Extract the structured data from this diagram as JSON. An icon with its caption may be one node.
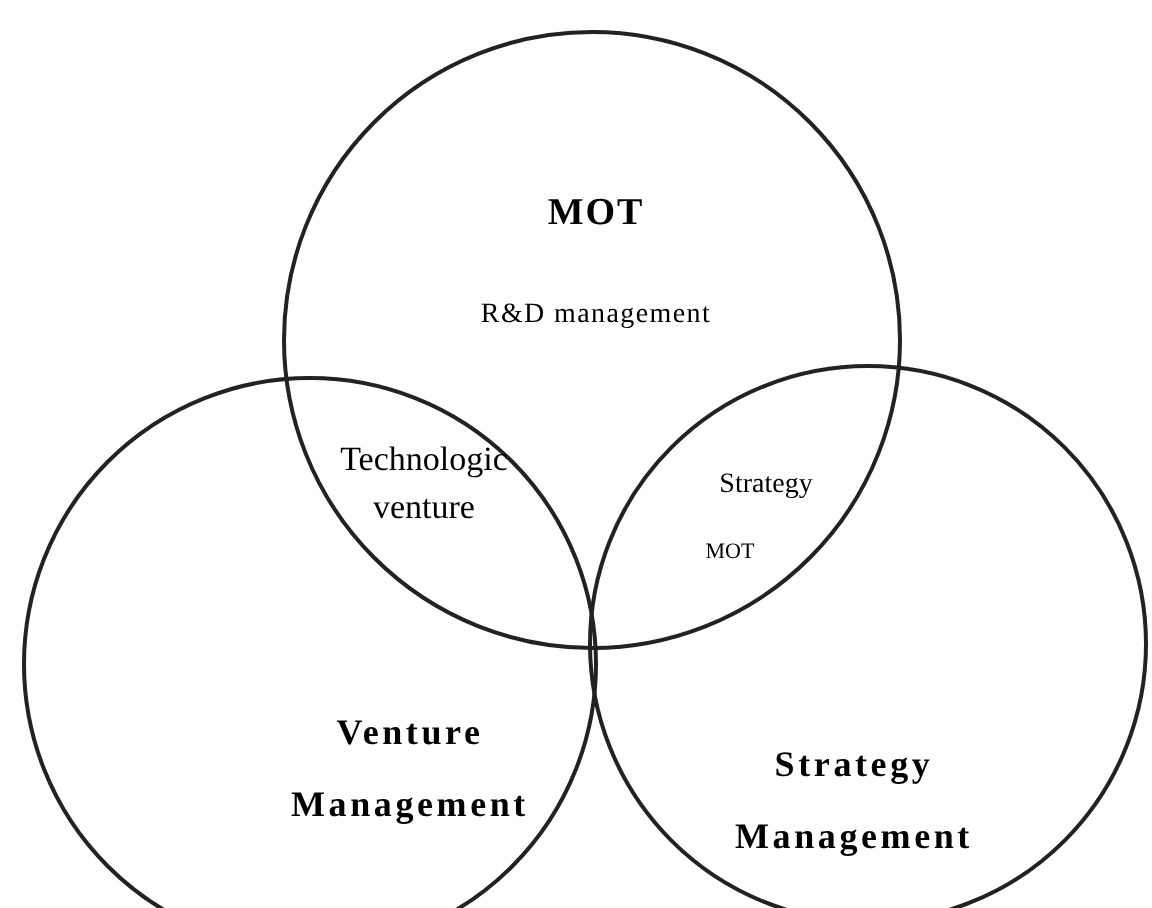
{
  "diagram": {
    "nodes": [
      {
        "text": [
          "MOT",
          "R&D management"
        ]
      },
      {
        "text": [
          "Venture Management"
        ]
      },
      {
        "text": [
          "Strategy Management"
        ]
      }
    ],
    "labels": [
      "Technologic venture",
      "Strategy",
      "MOT"
    ]
  }
}
